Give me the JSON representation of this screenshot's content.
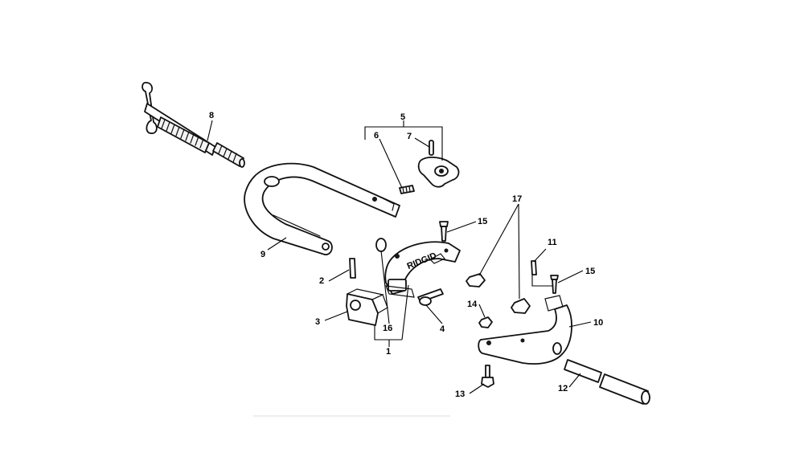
{
  "callouts": {
    "c1": "1",
    "c2": "2",
    "c3": "3",
    "c4": "4",
    "c5": "5",
    "c6": "6",
    "c7": "7",
    "c8": "8",
    "c9": "9",
    "c10": "10",
    "c11": "11",
    "c12": "12",
    "c13": "13",
    "c14": "14",
    "c15a": "15",
    "c15b": "15",
    "c16": "16",
    "c17": "17"
  },
  "brand_mark": "RIDGID"
}
